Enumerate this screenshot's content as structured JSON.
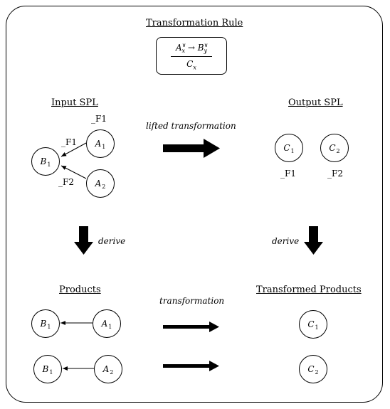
{
  "rule": {
    "title": "Transformation Rule",
    "lhs_a": "A",
    "lhs_a_sub": "x",
    "lhs_a_sup": "∨",
    "arrow": "→",
    "lhs_b": "B",
    "lhs_b_sub": "y",
    "lhs_b_sup": "∨",
    "rhs": "C",
    "rhs_sub": "x"
  },
  "input_spl": {
    "title": "Input SPL",
    "nodes": [
      {
        "letter": "B",
        "sub": "1"
      },
      {
        "letter": "A",
        "sub": "1"
      },
      {
        "letter": "A",
        "sub": "2"
      }
    ],
    "feature_labels": [
      "_F1",
      "_F1",
      "_F2"
    ]
  },
  "output_spl": {
    "title": "Output SPL",
    "nodes": [
      {
        "letter": "C",
        "sub": "1"
      },
      {
        "letter": "C",
        "sub": "2"
      }
    ],
    "feature_labels": [
      "_F1",
      "_F2"
    ]
  },
  "lifted_label": "lifted transformation",
  "derive_left": "derive",
  "derive_right": "derive",
  "products": {
    "title": "Products",
    "rows": [
      {
        "b": "B",
        "b_sub": "1",
        "a": "A",
        "a_sub": "1"
      },
      {
        "b": "B",
        "b_sub": "1",
        "a": "A",
        "a_sub": "2"
      }
    ]
  },
  "transformation_label": "transformation",
  "transformed_products": {
    "title": "Transformed Products",
    "nodes": [
      {
        "letter": "C",
        "sub": "1"
      },
      {
        "letter": "C",
        "sub": "2"
      }
    ]
  }
}
